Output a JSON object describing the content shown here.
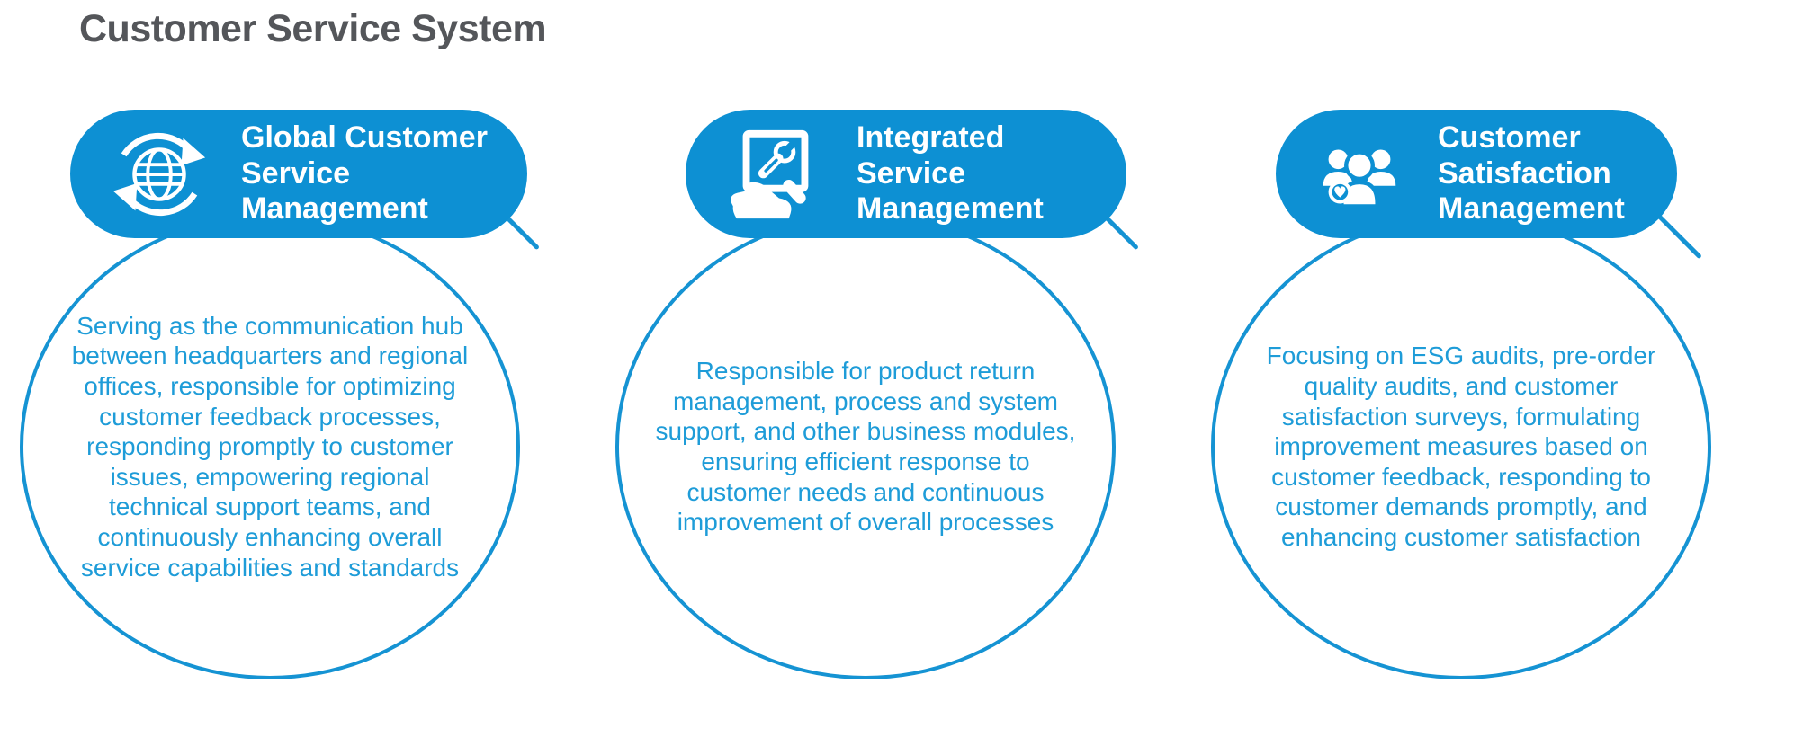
{
  "page": {
    "title": "Customer Service System"
  },
  "colors": {
    "pill_blue": "#0d90d3",
    "outline_blue": "#1593d3",
    "body_text_blue": "#1e9cd8",
    "title_gray": "#54565a"
  },
  "cards": [
    {
      "icon": "globe-sync-icon",
      "title_lines": [
        "Global Customer",
        "Service",
        "Management"
      ],
      "description": "Serving as the communication hub between headquarters and regional offices, responsible for optimizing customer feedback processes, responding promptly to customer issues, empowering regional technical support teams, and continuously enhancing overall service capabilities and standards"
    },
    {
      "icon": "hand-wrench-icon",
      "title_lines": [
        "Integrated",
        "Service",
        "Management"
      ],
      "description": "Responsible for product return management, process and system support, and other business modules, ensuring efficient response to customer needs and continuous improvement of overall processes"
    },
    {
      "icon": "people-heart-icon",
      "title_lines": [
        "Customer",
        "Satisfaction",
        "Management"
      ],
      "description": "Focusing on ESG audits, pre-order quality audits, and customer satisfaction surveys, formulating improvement measures based on customer feedback, responding to customer demands promptly, and enhancing customer satisfaction"
    }
  ]
}
